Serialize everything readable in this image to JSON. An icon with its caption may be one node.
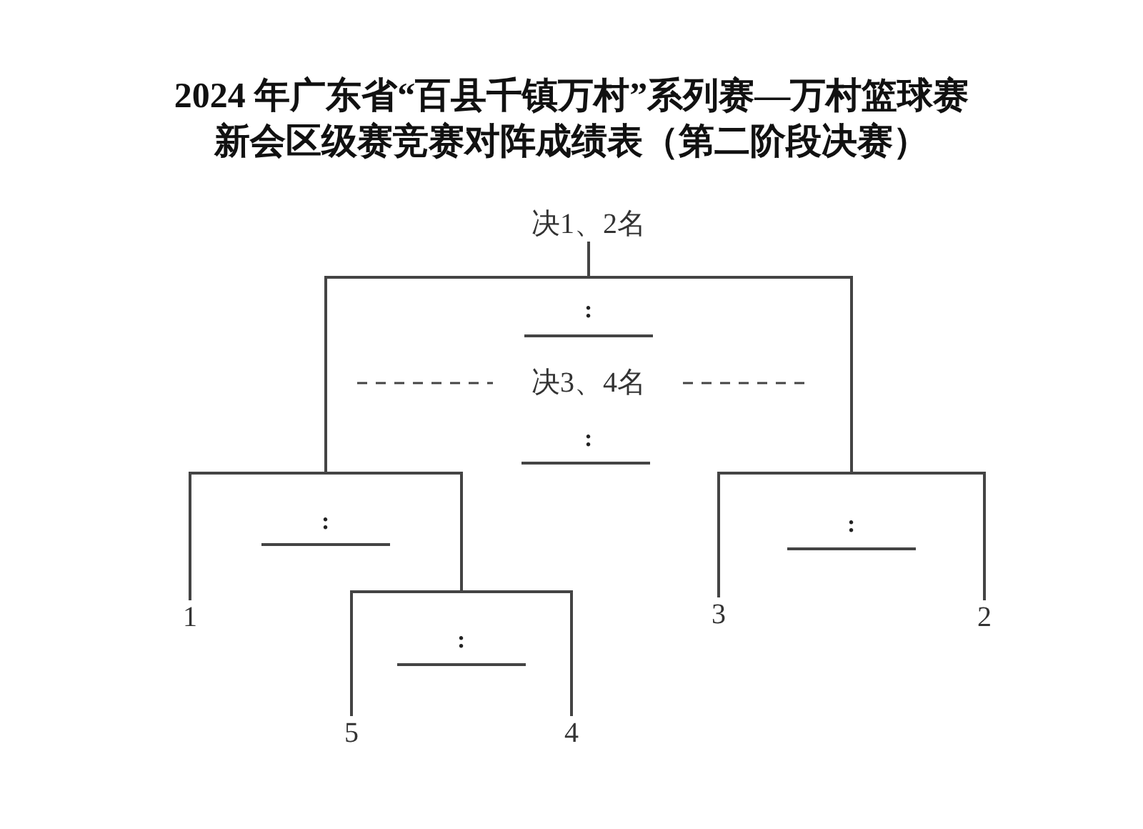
{
  "diagram": {
    "title": "2024 年广东省“百县千镇万村”系列赛—万村篮球赛新会区级赛竞赛对阵成绩表（第二阶段决赛）",
    "nodes": [
      {
        "text": [
          "决1、2名"
        ]
      },
      {
        "text": [
          ":"
        ]
      },
      {
        "text": [
          ":"
        ]
      },
      {
        "text": [
          ":"
        ]
      },
      {
        "text": [
          ":"
        ]
      },
      {
        "text": [
          "1"
        ]
      },
      {
        "text": [
          "3"
        ]
      },
      {
        "text": [
          "2"
        ]
      },
      {
        "text": [
          "5"
        ]
      },
      {
        "text": [
          "4"
        ]
      }
    ],
    "edges": [
      {
        "from": 1,
        "to": 0,
        "arrow": "none"
      },
      {
        "from": 2,
        "to": 1,
        "arrow": "none"
      },
      {
        "from": 3,
        "to": 1,
        "arrow": "none"
      },
      {
        "from": 5,
        "to": 2,
        "arrow": "none"
      },
      {
        "from": 4,
        "to": 2,
        "arrow": "none"
      },
      {
        "from": 6,
        "to": 3,
        "arrow": "none"
      },
      {
        "from": 7,
        "to": 3,
        "arrow": "none"
      },
      {
        "from": 8,
        "to": 4,
        "arrow": "none"
      },
      {
        "from": 9,
        "to": 4,
        "arrow": "none"
      }
    ],
    "labels": [
      "决3、4名",
      ":"
    ]
  }
}
